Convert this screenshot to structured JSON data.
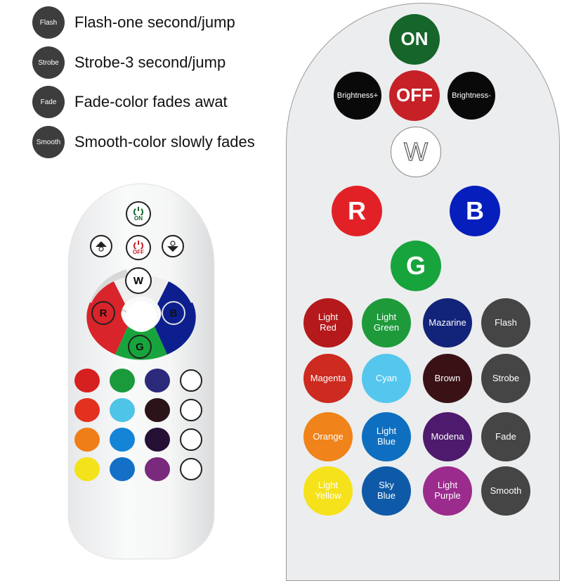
{
  "legend": [
    {
      "badge": "Flash",
      "text": "Flash-one second/jump"
    },
    {
      "badge": "Strobe",
      "text": "Strobe-3 second/jump"
    },
    {
      "badge": "Fade",
      "text": "Fade-color fades awat"
    },
    {
      "badge": "Smooth",
      "text": "Smooth-color slowly fades"
    }
  ],
  "diagram": {
    "on": "ON",
    "off": "OFF",
    "brightness_up": "Brightness+",
    "brightness_down": "Brightness-",
    "white": "W",
    "red": "R",
    "blue": "B",
    "green": "G",
    "grid": [
      {
        "line1": "Light",
        "line2": "Red",
        "color": "#b5191b"
      },
      {
        "line1": "Light",
        "line2": "Green",
        "color": "#1e9a3b"
      },
      {
        "line1": "Mazarine",
        "line2": "",
        "color": "#12237a"
      },
      {
        "line1": "Flash",
        "line2": "",
        "color": "#454545"
      },
      {
        "line1": "Magenta",
        "line2": "",
        "color": "#cd2a20"
      },
      {
        "line1": "Cyan",
        "line2": "",
        "color": "#55c7ee"
      },
      {
        "line1": "Brown",
        "line2": "",
        "color": "#3a1216"
      },
      {
        "line1": "Strobe",
        "line2": "",
        "color": "#454545"
      },
      {
        "line1": "Orange",
        "line2": "",
        "color": "#f08319"
      },
      {
        "line1": "Light",
        "line2": "Blue",
        "color": "#0e6fc0"
      },
      {
        "line1": "Modena",
        "line2": "",
        "color": "#4e1a6d"
      },
      {
        "line1": "Fade",
        "line2": "",
        "color": "#454545"
      },
      {
        "line1": "Light",
        "line2": "Yellow",
        "color": "#f5e21b"
      },
      {
        "line1": "Sky",
        "line2": "Blue",
        "color": "#0f5aa8"
      },
      {
        "line1": "Light",
        "line2": "Purple",
        "color": "#9b2b8c"
      },
      {
        "line1": "Smooth",
        "line2": "",
        "color": "#454545"
      }
    ]
  },
  "photo": {
    "on": "ON",
    "off": "OFF",
    "white": "W",
    "red": "R",
    "blue": "B",
    "green": "G"
  },
  "colors": {
    "on": "#16652a",
    "off": "#c62127",
    "black": "#090909",
    "red": "#e22127",
    "blue": "#061fbc",
    "green": "#18a43c"
  }
}
